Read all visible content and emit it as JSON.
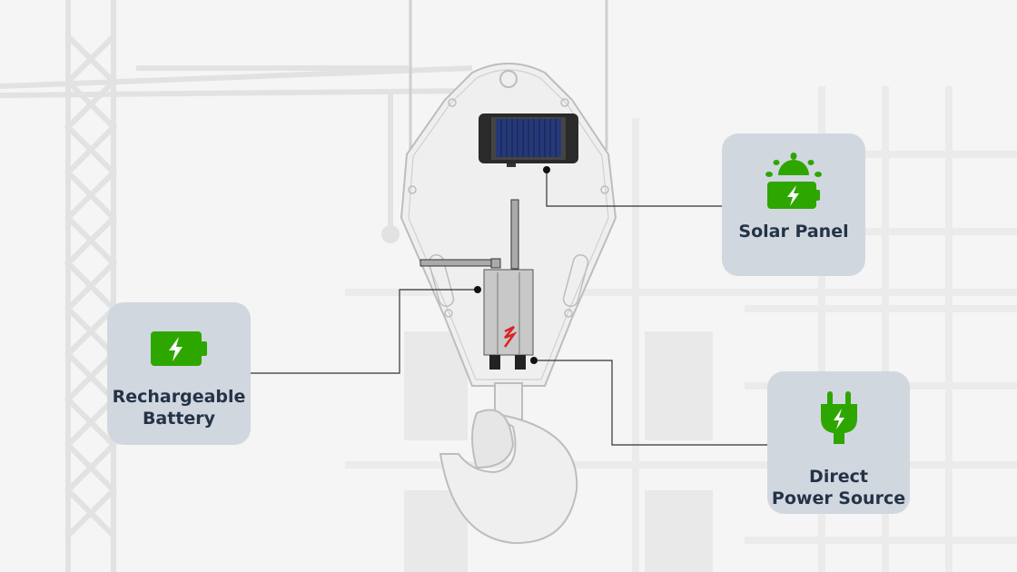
{
  "colors": {
    "accent_green": "#2ea600",
    "card_bg": "#d1d7df",
    "text": "#243347",
    "background": "#f5f5f5"
  },
  "cards": [
    {
      "id": "solar",
      "icon": "solar-battery-icon",
      "label": "Solar Panel"
    },
    {
      "id": "battery",
      "icon": "battery-charging-icon",
      "label_line1": "Rechargeable",
      "label_line2": "Battery"
    },
    {
      "id": "power",
      "icon": "plug-icon",
      "label_line1": "Direct",
      "label_line2": "Power Source"
    }
  ]
}
